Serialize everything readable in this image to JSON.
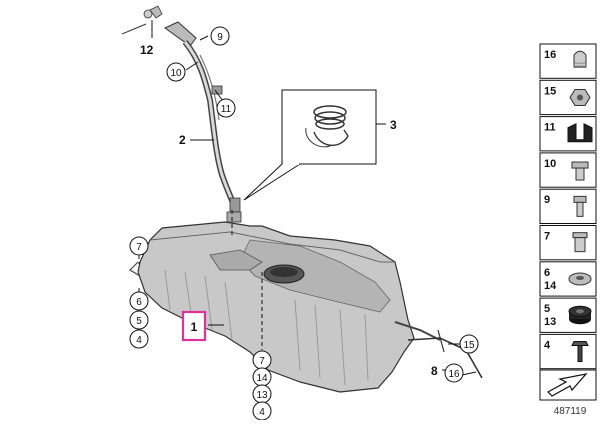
{
  "diagram": {
    "callouts": {
      "c12": "12",
      "c9": "9",
      "c10": "10",
      "c11": "11",
      "c2": "2",
      "c3": "3",
      "c1": "1",
      "c8": "8",
      "c15": "15",
      "c16": "16"
    },
    "left_stack": [
      "7",
      "6",
      "5",
      "4"
    ],
    "center_stack": [
      "7",
      "14",
      "13",
      "4"
    ],
    "highlight_color": "#e0309a"
  },
  "parts_legend": [
    {
      "label": "16",
      "icon": "plug-cap-icon"
    },
    {
      "label": "15",
      "icon": "hex-nut-icon"
    },
    {
      "label": "11",
      "icon": "clip-holder-icon"
    },
    {
      "label": "10",
      "icon": "collar-bolt-icon"
    },
    {
      "label": "9",
      "icon": "bolt-icon"
    },
    {
      "label": "7",
      "icon": "grommet-bolt-icon"
    },
    {
      "label": "6\n14",
      "icon": "washer-icon"
    },
    {
      "label": "5\n13",
      "icon": "rubber-mount-icon"
    },
    {
      "label": "4",
      "icon": "screw-icon"
    }
  ],
  "footer": {
    "diagram_number": "487119",
    "nav_icon": "direction-arrow-icon"
  }
}
